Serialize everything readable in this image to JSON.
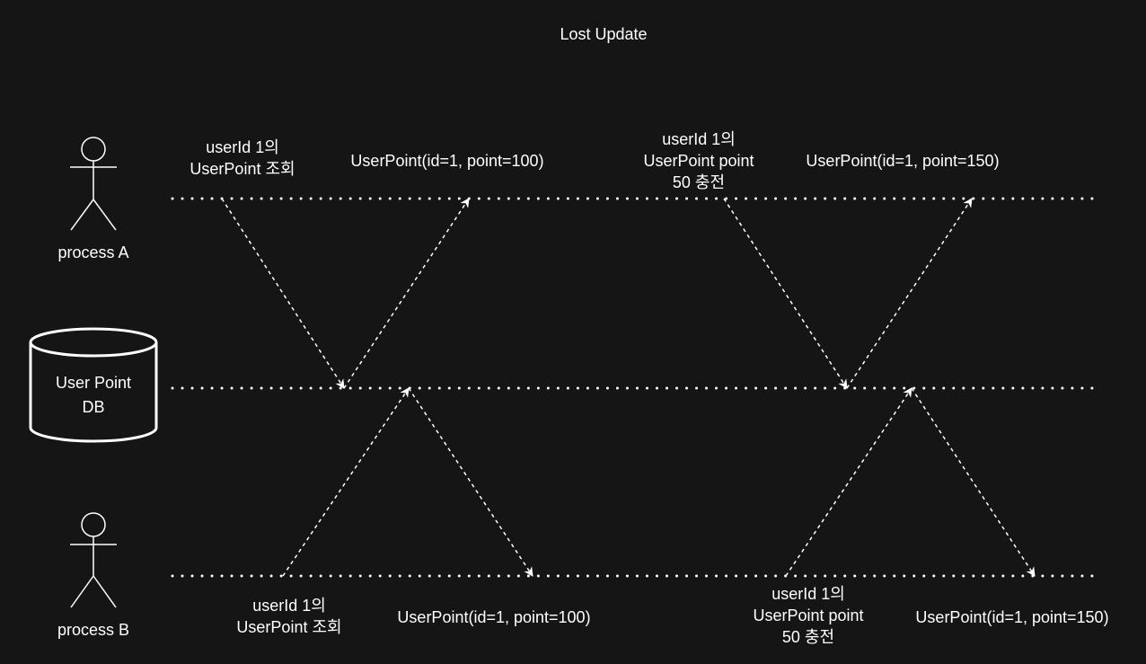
{
  "title": "Lost Update",
  "actors": {
    "process_a": "process A",
    "process_b": "process B"
  },
  "database": {
    "label_line1": "User Point",
    "label_line2": "DB"
  },
  "messages": {
    "a_query_request": "userId 1의\nUserPoint 조회",
    "a_query_response": "UserPoint(id=1, point=100)",
    "a_charge_request": "userId 1의\nUserPoint point\n50 충전",
    "a_charge_response": "UserPoint(id=1, point=150)",
    "b_query_request": "userId 1의\nUserPoint 조회",
    "b_query_response": "UserPoint(id=1, point=100)",
    "b_charge_request": "userId 1의\nUserPoint point\n50 충전",
    "b_charge_response": "UserPoint(id=1, point=150)"
  },
  "colors": {
    "background": "#151515",
    "foreground": "#ffffff"
  }
}
